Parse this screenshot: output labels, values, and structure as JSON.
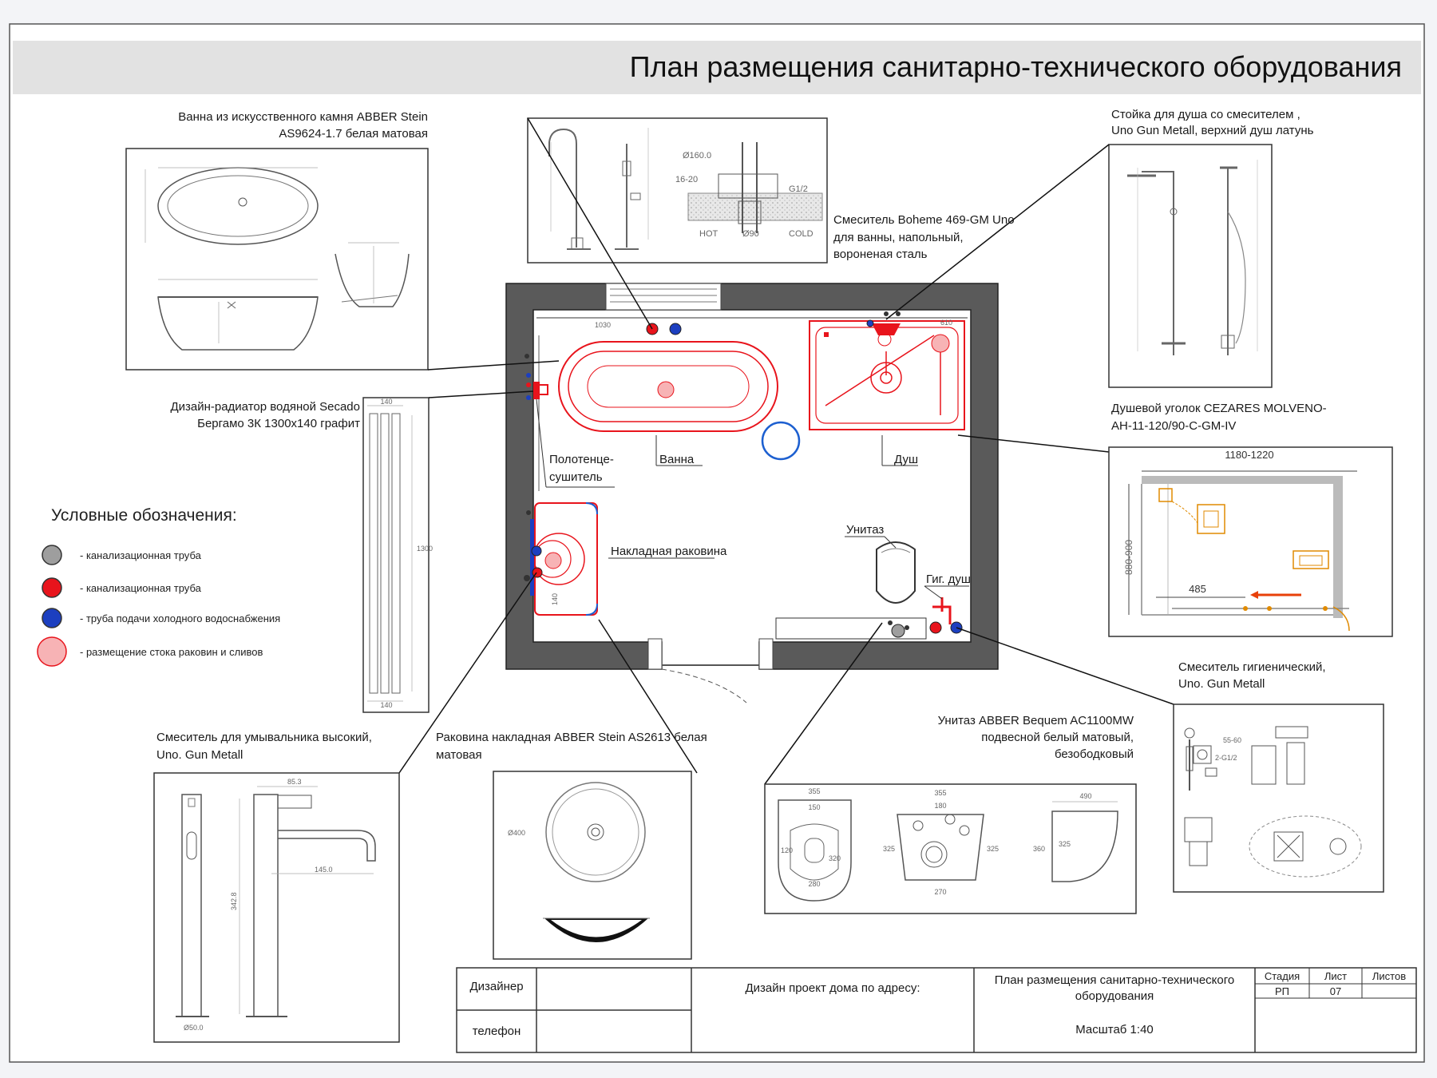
{
  "title": "План размещения санитарно-технического оборудования",
  "callouts": {
    "bath": [
      "Ванна из искусственного камня ABBER Stein",
      "AS9624-1.7 белая матовая"
    ],
    "bath_mixer": [
      "Смеситель Boheme 469-GM Uno",
      "для ванны, напольный,",
      "вороненая сталь"
    ],
    "shower_rack": [
      "Стойка для душа со смесителем ,",
      "Uno Gun Metall, верхний душ латунь"
    ],
    "radiator": [
      "Дизайн-радиатор водяной Secado",
      "Бергамо 3К 1300х140 графит"
    ],
    "shower_enclosure": [
      "Душевой уголок CEZARES MOLVENO-",
      "AH-11-120/90-C-GM-IV"
    ],
    "hygienic_mixer": [
      "Смеситель гигиенический,",
      "Uno. Gun Metall"
    ],
    "toilet": [
      "Унитаз ABBER Bequem AC1100MW",
      "подвесной белый матовый,",
      "безободковый"
    ],
    "basin_mixer": [
      "Смеситель для умывальника высокий,",
      "Uno. Gun Metall"
    ],
    "basin": [
      "Раковина накладная ABBER Stein AS2613 белая",
      "матовая"
    ]
  },
  "room_labels": {
    "bath": "Ванна",
    "shower": "Душ",
    "towel": [
      "Полотенце-",
      "сушитель"
    ],
    "toilet": "Унитаз",
    "basin": "Накладная раковина",
    "hyg_shower": "Гиг. душ"
  },
  "legend": {
    "title": "Условные обозначения:",
    "items": [
      {
        "color": "#9e9e9e",
        "label": "- канализационная труба"
      },
      {
        "color": "#e8141c",
        "label": "- канализационная труба"
      },
      {
        "color": "#1c3fc0",
        "label": "- труба подачи холодного водоснабжения"
      },
      {
        "color": "#f7b3b5",
        "label": "- размещение стока раковин и сливов"
      }
    ]
  },
  "dims": {
    "plan_1030": "1030",
    "shower_dim": "610",
    "mixer_d160": "Ø160.0",
    "mixer_1620": "16-20",
    "mixer_g12": "G1/2",
    "mixer_d90": "Ø90",
    "mixer_hot": "HOT",
    "mixer_cold": "COLD",
    "enc_width": "1180-1220",
    "enc_height": "880-900",
    "enc_485": "485",
    "toilet_355a": "355",
    "toilet_150": "150",
    "toilet_120": "120",
    "toilet_320": "320",
    "toilet_280": "280",
    "toilet_355b": "355",
    "toilet_180": "180",
    "toilet_325": "325",
    "toilet_270": "270",
    "toilet_490": "490",
    "toilet_360": "360",
    "basin_d400": "Ø400",
    "basin_mix_853": "85.3",
    "basin_mix_1450": "145.0",
    "basin_mix_3428": "342.8",
    "basin_mix_d500": "Ø50.0",
    "rad_140": "140",
    "rad_1300": "1300",
    "rad_140b": "140",
    "hyg_g12": "2-G1/2",
    "hyg_5560": "55-60"
  },
  "title_block": {
    "designer_label": "Дизайнер",
    "phone_label": "телефон",
    "project": "Дизайн проект дома по адресу:",
    "sheet_title": [
      "План размещения санитарно-технического",
      "оборудования"
    ],
    "scale": "Масштаб 1:40",
    "headers": [
      "Стадия",
      "Лист",
      "Листов"
    ],
    "values": [
      "РП",
      "07",
      ""
    ]
  }
}
